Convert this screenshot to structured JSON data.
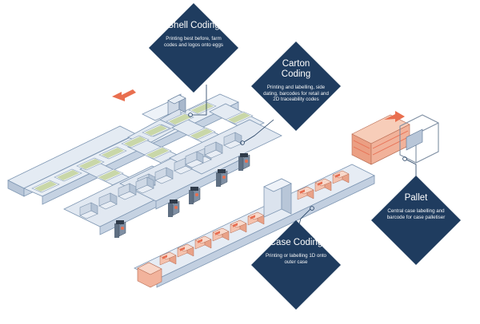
{
  "colors": {
    "navy": "#1f3c5f",
    "belt": "#dfe6f0",
    "belt_side": "#b8c6d8",
    "belt_edge": "#8ea3bd",
    "outline": "#5b7594",
    "box": "#f2b8a3",
    "box_dark": "#d9866b",
    "box_stripe": "#e86f52",
    "arrow": "#e96f4f"
  },
  "labels": {
    "shell": {
      "title": "Shell Coding",
      "desc": "Printing best before, farm codes and logos onto eggs"
    },
    "carton": {
      "title": "Carton Coding",
      "desc": "Printing and labelling, side dating, barcodes for retail and 2D traceability codes"
    },
    "case": {
      "title": "Case Coding",
      "desc": "Printing or labelling 1D onto outer case"
    },
    "pallet": {
      "title": "Pallet",
      "desc": "Central case labelling and barcode for case palletiser"
    }
  }
}
